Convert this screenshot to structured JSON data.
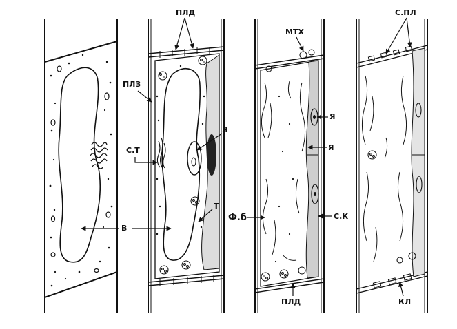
{
  "labels": {
    "pld_top": "ПЛД",
    "plz": "ПЛЗ",
    "ya_2": "Я",
    "st": "С.Т",
    "v": "В",
    "t": "Т",
    "mtx": "МТХ",
    "ya_3a": "Я",
    "ya_3b": "Я",
    "fb": "Ф.б",
    "sk": "С.К",
    "pld_bottom": "ПЛД",
    "spl": "С.ПЛ",
    "kl": "КЛ"
  }
}
